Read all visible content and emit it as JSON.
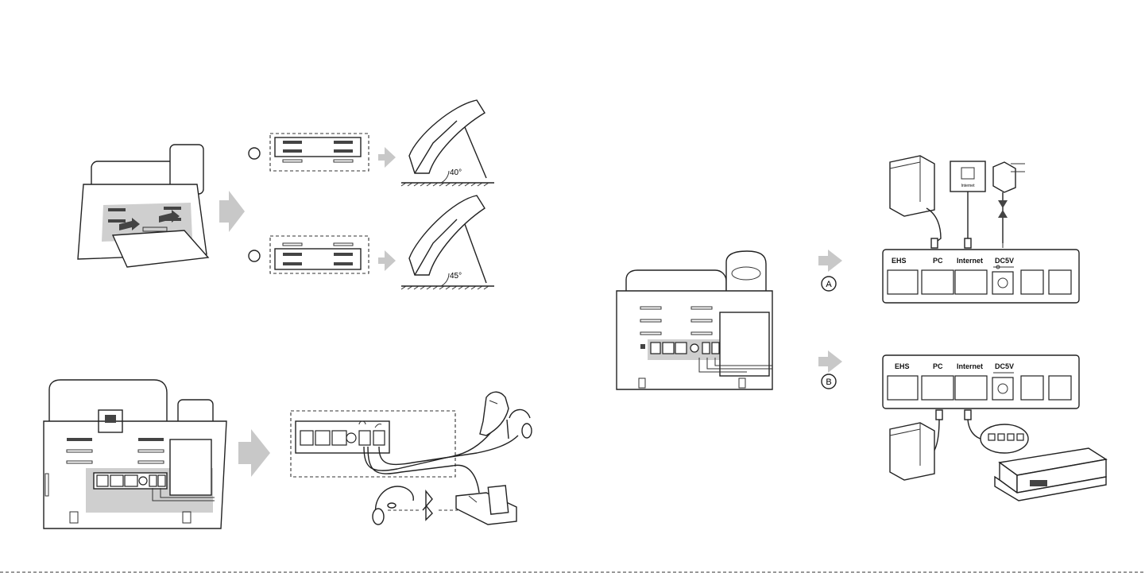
{
  "panels": {
    "stand": {
      "angles": [
        "40°",
        "45°"
      ]
    },
    "connect": {
      "options": [
        "A",
        "B"
      ],
      "port_labels": {
        "ehs": "EHS",
        "pc": "PC",
        "internet": "Internet",
        "dc": "DC5V",
        "wall_jack": "Internet"
      }
    }
  }
}
